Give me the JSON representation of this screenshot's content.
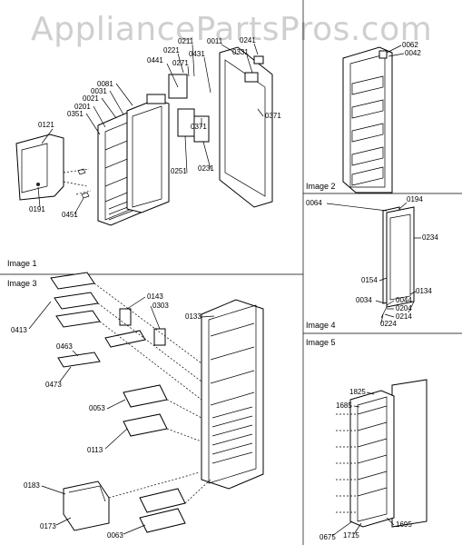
{
  "watermark": "AppliancePartsPros.com",
  "sections": {
    "image1": "Image 1",
    "image2": "Image 2",
    "image3": "Image 3",
    "image4": "Image 4",
    "image5": "Image 5"
  },
  "labels": {
    "image1": [
      "0221",
      "0211",
      "0011",
      "0241",
      "0441",
      "0271",
      "0431",
      "0331",
      "0081",
      "0031",
      "0021",
      "0201",
      "0351",
      "0121",
      "0371",
      "0251",
      "0371",
      "0231",
      "0191",
      "0451"
    ],
    "image2": [
      "0062",
      "0042"
    ],
    "image3": [
      "0143",
      "0303",
      "0133",
      "0413",
      "0463",
      "0473",
      "0053",
      "0113",
      "0183",
      "0173",
      "0063"
    ],
    "image4": [
      "0064",
      "0194",
      "0234",
      "0154",
      "0134",
      "0034",
      "0044",
      "0204",
      "0214",
      "0224"
    ],
    "image5": [
      "1825",
      "1685",
      "1695",
      "0675",
      "1715"
    ]
  }
}
